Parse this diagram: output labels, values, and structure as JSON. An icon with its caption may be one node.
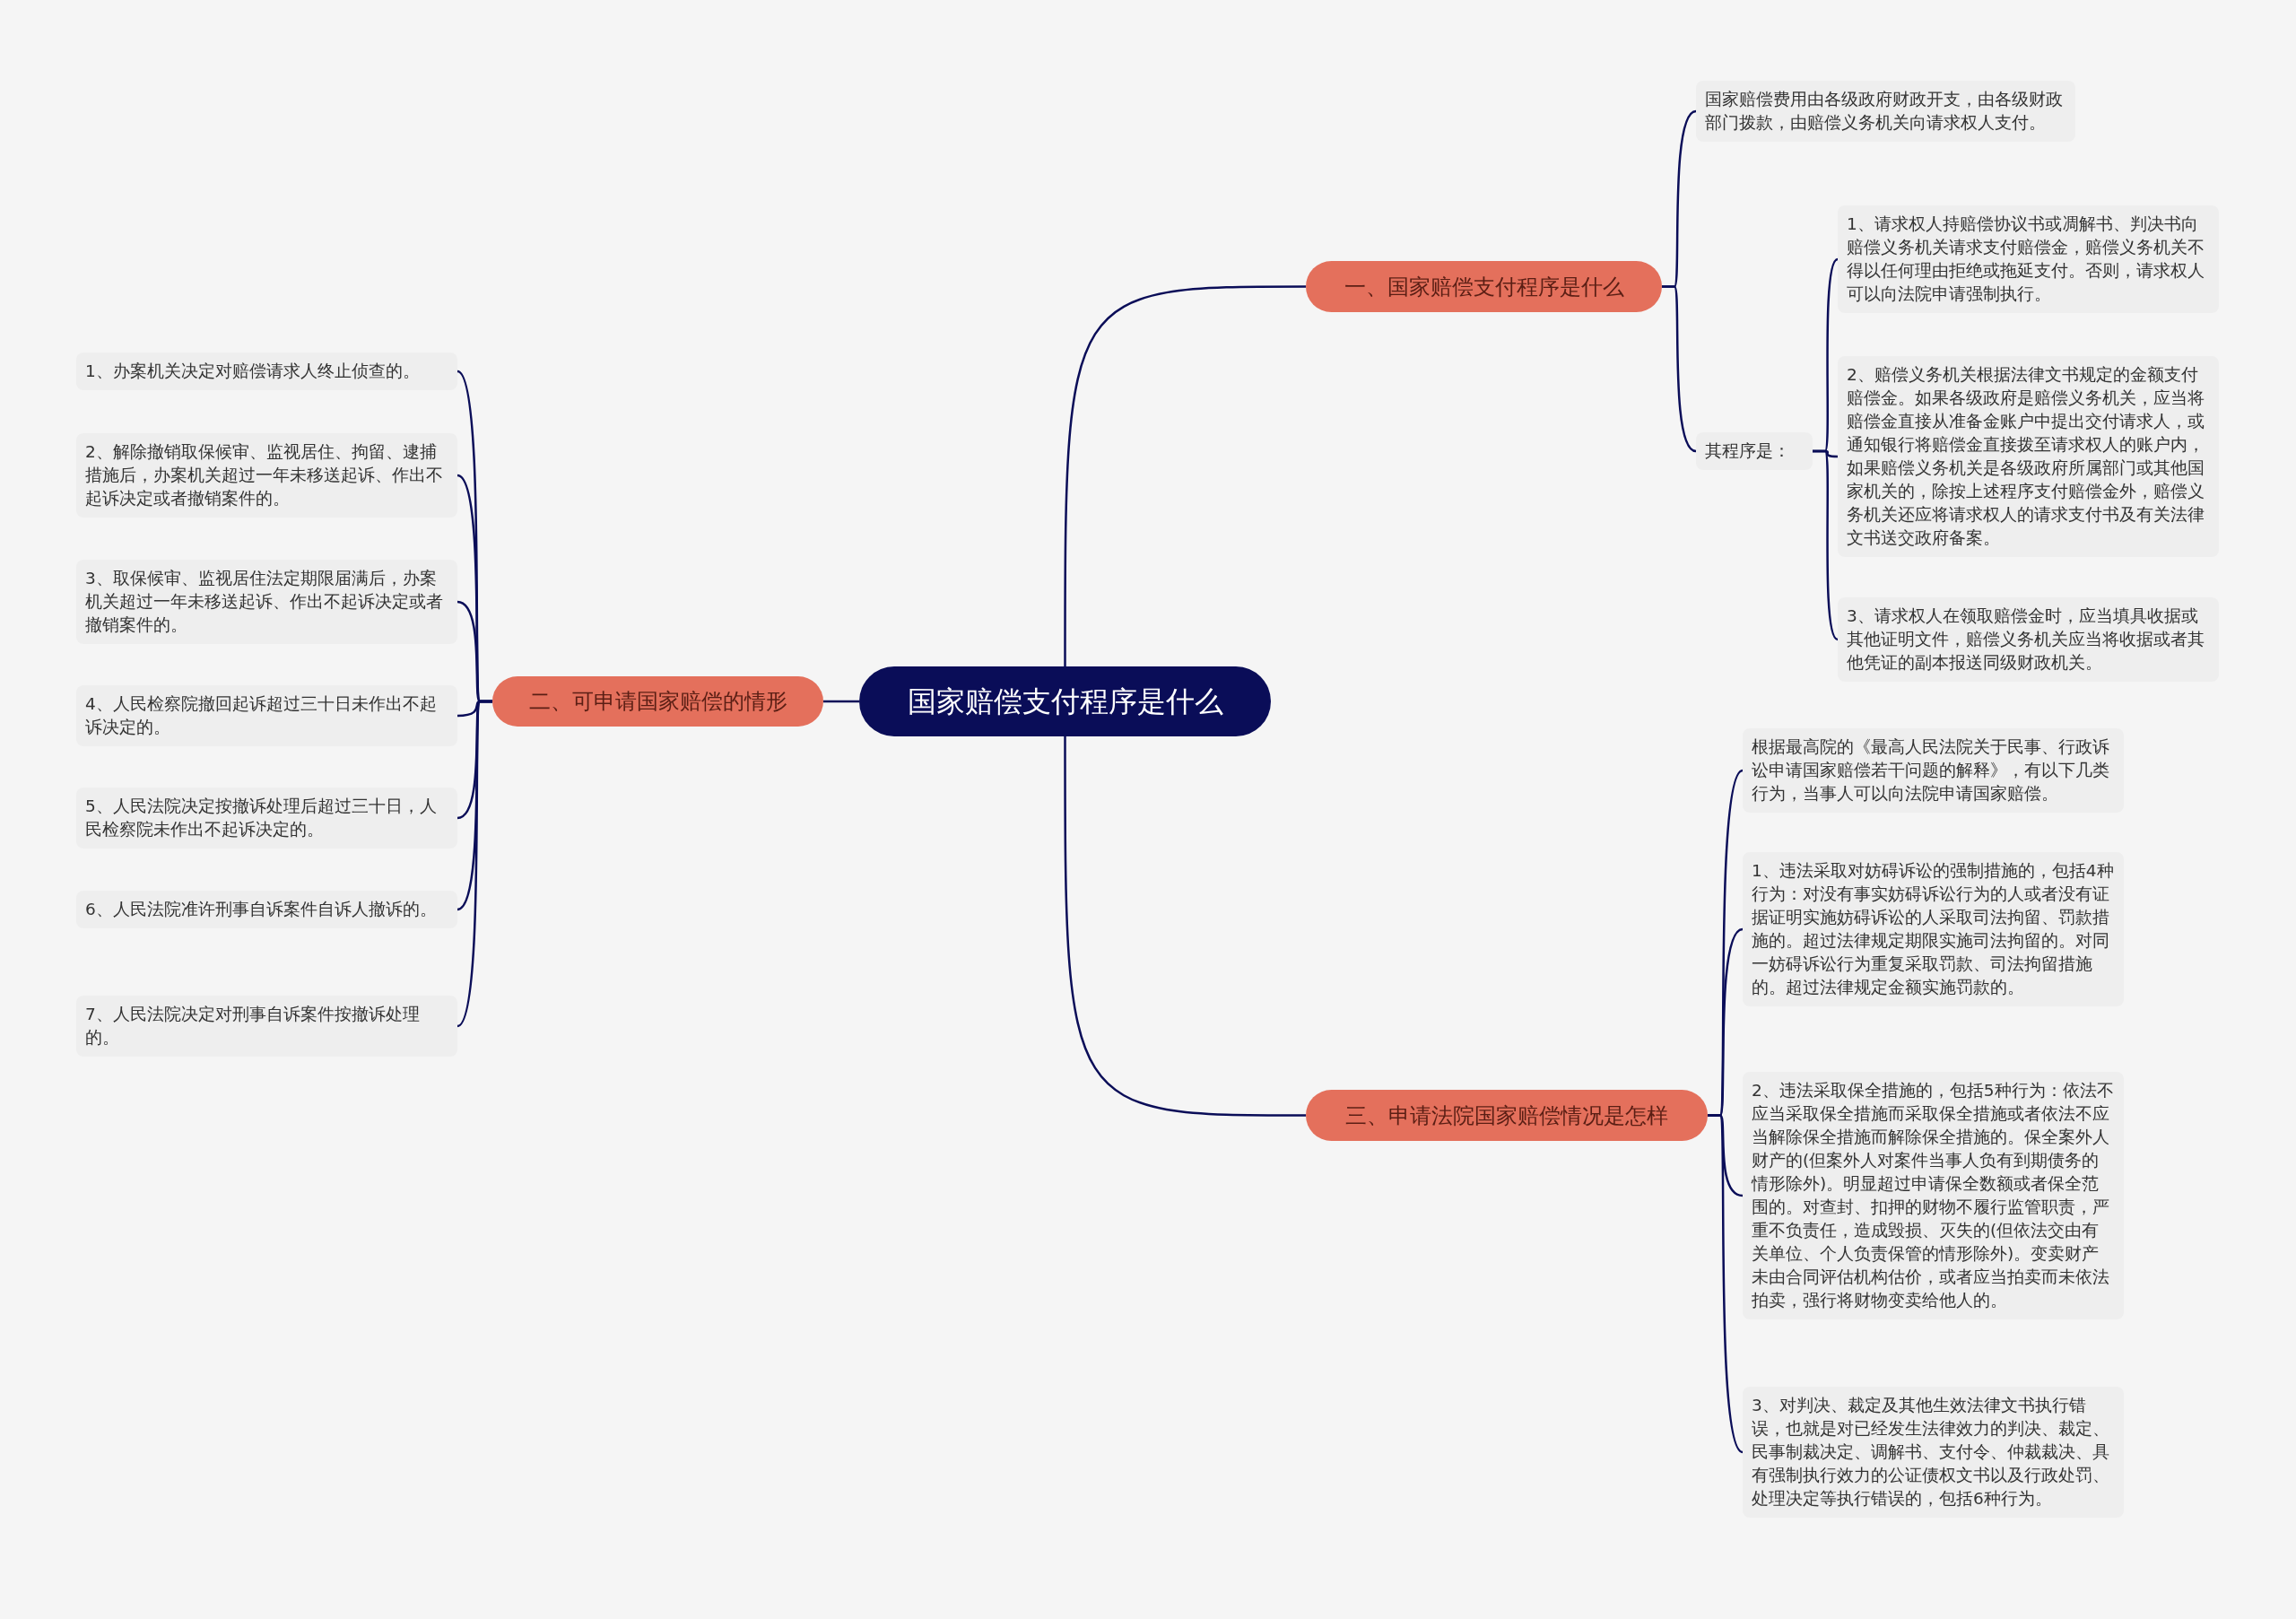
{
  "diagram": {
    "nodes": [
      {
        "text": [
          "国家赔偿支付程序是什么"
        ]
      },
      {
        "text": [
          "一、国家赔偿支付程序是什么"
        ]
      },
      {
        "text": [
          "国家赔偿费用由各级政府财政开支，由各级财政部门拨款，由赔偿义务机关向请求权人支付。"
        ]
      },
      {
        "text": [
          "其程序是："
        ]
      },
      {
        "text": [
          "1、请求权人持赔偿协议书或凋解书、判决书向赔偿义务机关请求支付赔偿金，赔偿义务机关不得以任何理由拒绝或拖延支付。否则，请求权人可以向法院申请强制执行。"
        ]
      },
      {
        "text": [
          "2、赔偿义务机关根据法律文书规定的金额支付赔偿金。如果各级政府是赔偿义务机关，应当将赔偿金直接从准备金账户中提出交付请求人，或通知银行将赔偿金直接拨至请求权人的账户内，如果赔偿义务机关是各级政府所属部门或其他国家机关的，除按上述程序支付赔偿金外，赔偿义务机关还应将请求权人的请求支付书及有关法律文书送交政府备案。"
        ]
      },
      {
        "text": [
          "3、请求权人在领取赔偿金时，应当填具收据或其他证明文件，赔偿义务机关应当将收据或者其他凭证的副本报送同级财政机关。"
        ]
      },
      {
        "text": [
          "二、可申请国家赔偿的情形"
        ]
      },
      {
        "text": [
          "1、办案机关决定对赔偿请求人终止侦查的。"
        ]
      },
      {
        "text": [
          "2、解除撤销取保候审、监视居住、拘留、逮捕措施后，办案机关超过一年未移送起诉、作出不起诉决定或者撤销案件的。"
        ]
      },
      {
        "text": [
          "3、取保候审、监视居住法定期限届满后，办案机关超过一年未移送起诉、作出不起诉决定或者撤销案件的。"
        ]
      },
      {
        "text": [
          "4、人民检察院撤回起诉超过三十日未作出不起诉决定的。"
        ]
      },
      {
        "text": [
          "5、人民法院决定按撤诉处理后超过三十日，人民检察院未作出不起诉决定的。"
        ]
      },
      {
        "text": [
          "6、人民法院准许刑事自诉案件自诉人撤诉的。"
        ]
      },
      {
        "text": [
          "7、人民法院决定对刑事自诉案件按撤诉处理的。"
        ]
      },
      {
        "text": [
          "三、申请法院国家赔偿情况是怎样"
        ]
      },
      {
        "text": [
          "根据最高院的《最高人民法院关于民事、行政诉讼申请国家赔偿若干问题的解释》，有以下几类行为，当事人可以向法院申请国家赔偿。"
        ]
      },
      {
        "text": [
          "1、违法采取对妨碍诉讼的强制措施的，包括4种行为：对没有事实妨碍诉讼行为的人或者没有证据证明实施妨碍诉讼的人采取司法拘留、罚款措施的。超过法律规定期限实施司法拘留的。对同一妨碍诉讼行为重复采取罚款、司法拘留措施的。超过法律规定金额实施罚款的。"
        ]
      },
      {
        "text": [
          "2、违法采取保全措施的，包括5种行为：依法不应当采取保全措施而采取保全措施或者依法不应当解除保全措施而解除保全措施的。保全案外人财产的(但案外人对案件当事人负有到期债务的情形除外)。明显超过申请保全数额或者保全范围的。对查封、扣押的财物不履行监管职责，严重不负责任，造成毁损、灭失的(但依法交由有关单位、个人负责保管的情形除外)。变卖财产未由合同评估机构估价，或者应当拍卖而未依法拍卖，强行将财物变卖给他人的。"
        ]
      },
      {
        "text": [
          "3、对判决、裁定及其他生效法律文书执行错误，也就是对已经发生法律效力的判决、裁定、民事制裁决定、调解书、支付令、仲裁裁决、具有强制执行效力的公证债权文书以及行政处罚、处理决定等执行错误的，包括6种行为。"
        ]
      }
    ],
    "edges": [
      {
        "from": 0,
        "to": 1,
        "arrow": "none"
      },
      {
        "from": 1,
        "to": 2,
        "arrow": "none"
      },
      {
        "from": 1,
        "to": 3,
        "arrow": "none"
      },
      {
        "from": 3,
        "to": 4,
        "arrow": "none"
      },
      {
        "from": 3,
        "to": 5,
        "arrow": "none"
      },
      {
        "from": 3,
        "to": 6,
        "arrow": "none"
      },
      {
        "from": 0,
        "to": 7,
        "arrow": "none"
      },
      {
        "from": 7,
        "to": 8,
        "arrow": "none"
      },
      {
        "from": 7,
        "to": 9,
        "arrow": "none"
      },
      {
        "from": 7,
        "to": 10,
        "arrow": "none"
      },
      {
        "from": 7,
        "to": 11,
        "arrow": "none"
      },
      {
        "from": 7,
        "to": 12,
        "arrow": "none"
      },
      {
        "from": 7,
        "to": 13,
        "arrow": "none"
      },
      {
        "from": 7,
        "to": 14,
        "arrow": "none"
      },
      {
        "from": 0,
        "to": 15,
        "arrow": "none"
      },
      {
        "from": 15,
        "to": 16,
        "arrow": "none"
      },
      {
        "from": 15,
        "to": 17,
        "arrow": "none"
      },
      {
        "from": 15,
        "to": 18,
        "arrow": "none"
      },
      {
        "from": 15,
        "to": 19,
        "arrow": "none"
      }
    ]
  }
}
